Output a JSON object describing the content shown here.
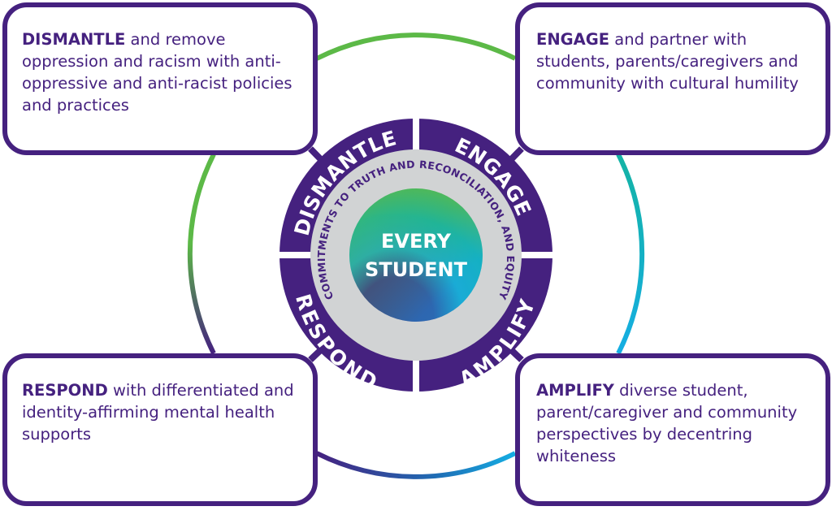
{
  "colors": {
    "primary_purple": "#45217f",
    "green": "#5cb947",
    "teal": "#14b3a4",
    "blue": "#15aee3",
    "grey_ring": "#d1d3d4",
    "white": "#ffffff"
  },
  "center": {
    "line1": "EVERY",
    "line2": "STUDENT"
  },
  "inner_ring_text": "COMMITMENTS TO TRUTH AND RECONCILIATION, AND EQUITY",
  "quadrants": [
    {
      "id": "dismantle",
      "ring_label": "DISMANTLE",
      "keyword": "DISMANTLE",
      "description": " and remove oppression and racism with anti-oppressive and anti-racist policies and practices",
      "position": "top-left"
    },
    {
      "id": "engage",
      "ring_label": "ENGAGE",
      "keyword": "ENGAGE",
      "description": " and partner with students, parents/caregivers and community with cultural humility",
      "position": "top-right"
    },
    {
      "id": "respond",
      "ring_label": "RESPOND",
      "keyword": "RESPOND",
      "description": " with differentiated and identity-affirming mental health supports",
      "position": "bottom-left"
    },
    {
      "id": "amplify",
      "ring_label": "AMPLIFY",
      "keyword": "AMPLIFY",
      "description": " diverse student, parent/caregiver and community perspectives by decentring whiteness",
      "position": "bottom-right"
    }
  ]
}
